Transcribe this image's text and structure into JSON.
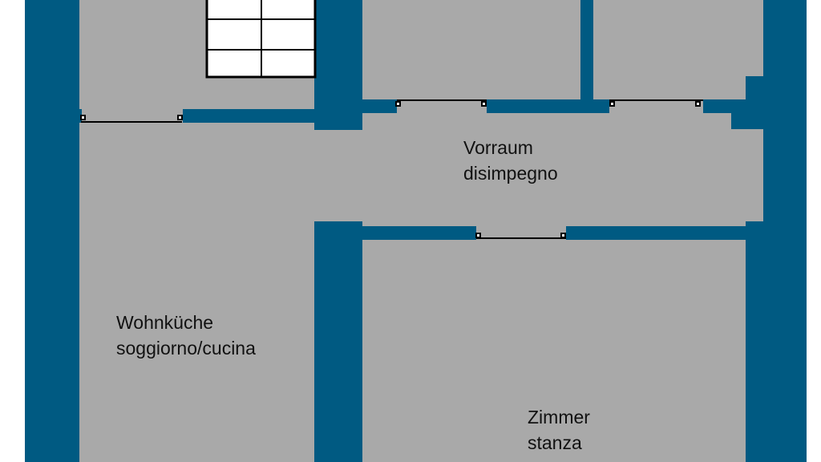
{
  "colors": {
    "wall": "#005a82",
    "floor": "#a9a9a9",
    "door_line": "#000000",
    "stair": "#ffffff"
  },
  "rooms": [
    {
      "id": "vorraum",
      "name_de": "Vorraum",
      "name_it": "disimpegno"
    },
    {
      "id": "wohnkueche",
      "name_de": "Wohnküche",
      "name_it": "soggiorno/cucina"
    },
    {
      "id": "zimmer",
      "name_de": "Zimmer",
      "name_it": "stanza"
    }
  ]
}
